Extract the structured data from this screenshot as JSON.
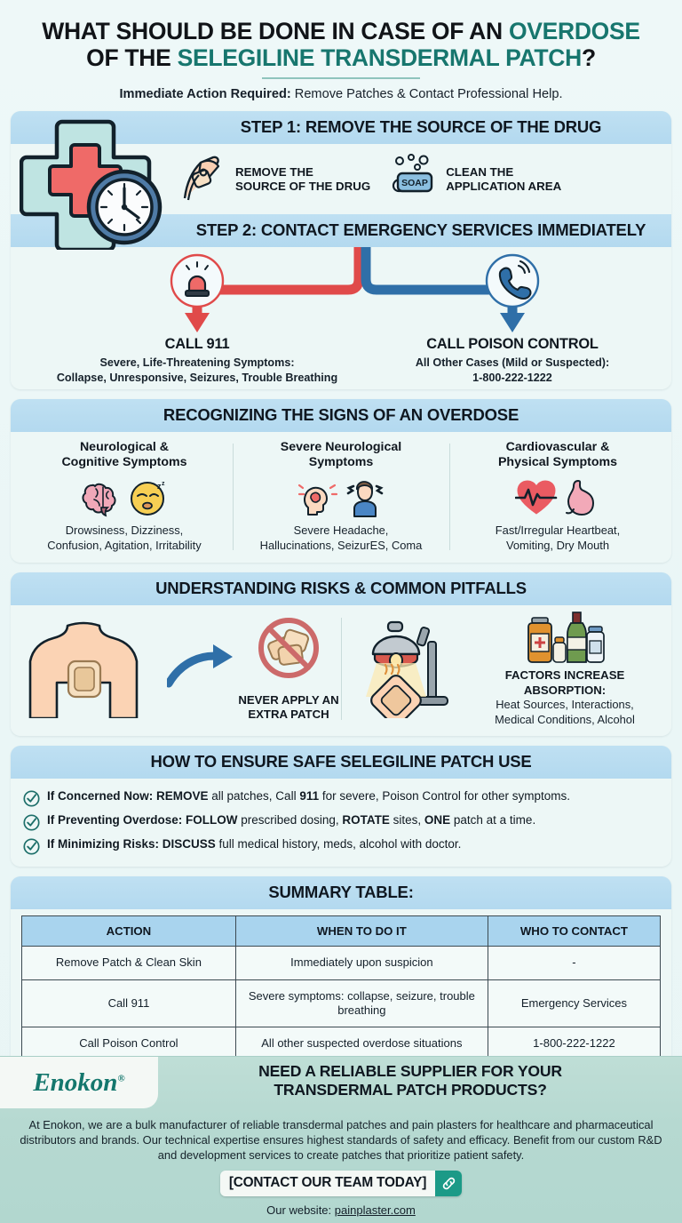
{
  "title": {
    "line1_a": "WHAT SHOULD BE DONE IN CASE OF AN ",
    "line1_b": "OVERDOSE",
    "line2_a": "OF THE ",
    "line2_b": "SELEGILINE TRANSDERMAL PATCH",
    "line2_c": "?",
    "subtitle_bold": "Immediate Action Required:",
    "subtitle_rest": " Remove Patches & Contact Professional Help."
  },
  "steps": {
    "step1_bar": "STEP 1: REMOVE THE SOURCE OF THE DRUG",
    "step1_items": [
      {
        "icon": "hand-peeling-patch-icon",
        "line1": "REMOVE THE",
        "line2": "SOURCE OF THE DRUG"
      },
      {
        "icon": "soap-bar-icon",
        "line1": "CLEAN THE",
        "line2": "APPLICATION AREA",
        "soap_label": "SOAP"
      }
    ],
    "step2_bar": "STEP 2: CONTACT EMERGENCY SERVICES IMMEDIATELY",
    "branch_left": {
      "icon": "emergency-siren-icon",
      "heading": "CALL 911",
      "sub_line1": "Severe, Life-Threatening Symptoms:",
      "sub_line2": "Collapse, Unresponsive, Seizures, Trouble Breathing",
      "color": "#e04a4a"
    },
    "branch_right": {
      "icon": "phone-ringing-icon",
      "heading": "CALL POISON CONTROL",
      "sub_line1": "All Other Cases (Mild or Suspected):",
      "sub_line2": "1-800-222-1222",
      "color": "#2f6fa8"
    }
  },
  "signs": {
    "bar": "RECOGNIZING THE SIGNS OF AN OVERDOSE",
    "columns": [
      {
        "heading_line1": "Neurological &",
        "heading_line2": "Cognitive Symptoms",
        "icons": [
          "brain-icon",
          "sleepy-face-icon"
        ],
        "text_line1": "Drowsiness, Dizziness,",
        "text_line2": "Confusion, Agitation, Irritability"
      },
      {
        "heading_line1": "Severe Neurological",
        "heading_line2": "Symptoms",
        "icons": [
          "head-with-brain-pain-icon",
          "person-dizzy-icon"
        ],
        "text_line1": "Severe Headache,",
        "text_line2": "Hallucinations, SeizurES, Coma"
      },
      {
        "heading_line1": "Cardiovascular &",
        "heading_line2": "Physical Symptoms",
        "icons": [
          "heart-pulse-icon",
          "stomach-icon"
        ],
        "text_line1": "Fast/Irregular Heartbeat,",
        "text_line2": "Vomiting, Dry Mouth"
      }
    ]
  },
  "risks": {
    "bar": "UNDERSTANDING RISKS & COMMON PITFALLS",
    "left": {
      "torso_icon": "torso-with-patch-icon",
      "arrow_icon": "curved-arrow-icon",
      "prohibit_icon": "no-extra-patches-icon",
      "caption_line1": "NEVER APPLY AN",
      "caption_line2": "EXTRA PATCH"
    },
    "right": {
      "lamp_icon": "heat-lamp-patch-icon",
      "bottles_icon": "medicine-alcohol-bottles-icon",
      "heading": "FACTORS INCREASE ABSORPTION:",
      "text_line1": "Heat Sources, Interactions,",
      "text_line2": "Medical Conditions, Alcohol"
    }
  },
  "safe_use": {
    "bar": "HOW TO ENSURE SAFE SELEGILINE PATCH USE",
    "items": [
      {
        "icon": "check-circle-icon",
        "bold1": "If Concerned Now: REMOVE",
        "rest1": " all patches, Call ",
        "bold2": "911",
        "rest2": " for severe, Poison Control for other symptoms."
      },
      {
        "icon": "check-circle-icon",
        "bold1": "If Preventing Overdose: FOLLOW",
        "rest1": " prescribed dosing, ",
        "bold2": "ROTATE",
        "rest2": " sites, ",
        "bold3": "ONE",
        "rest3": " patch at a time."
      },
      {
        "icon": "check-circle-icon",
        "bold1": "If Minimizing Risks: DISCUSS",
        "rest1": " full medical history, meds, alcohol with doctor."
      }
    ]
  },
  "summary": {
    "bar": "SUMMARY TABLE:",
    "headers": [
      "ACTION",
      "WHEN TO DO IT",
      "WHO TO CONTACT"
    ],
    "rows": [
      [
        "Remove Patch & Clean Skin",
        "Immediately upon suspicion",
        "-"
      ],
      [
        "Call 911",
        "Severe symptoms: collapse, seizure, trouble breathing",
        "Emergency Services"
      ],
      [
        "Call Poison Control",
        "All other suspected overdose situations",
        "1-800-222-1222"
      ]
    ]
  },
  "footer": {
    "logo_text": "Enokon",
    "logo_mark": "®",
    "headline_line1": "NEED A RELIABLE SUPPLIER FOR YOUR",
    "headline_line2": "TRANSDERMAL PATCH PRODUCTS?",
    "paragraph": "At Enokon, we are a bulk manufacturer of reliable transdermal patches and pain plasters for healthcare and pharmaceutical distributors and brands. Our technical expertise ensures highest standards of safety and efficacy. Benefit from our custom R&D and development services to create patches that prioritize patient safety.",
    "cta_label": "[CONTACT OUR TEAM TODAY]",
    "cta_icon": "link-chain-icon",
    "website_prefix": "Our website: ",
    "website": "painplaster.com"
  },
  "colors": {
    "brand_teal": "#17766e",
    "bar_blue": "#b3d9ef",
    "red": "#e04a4a",
    "blue": "#2f6fa8",
    "footer_green": "#b6d9d1"
  }
}
